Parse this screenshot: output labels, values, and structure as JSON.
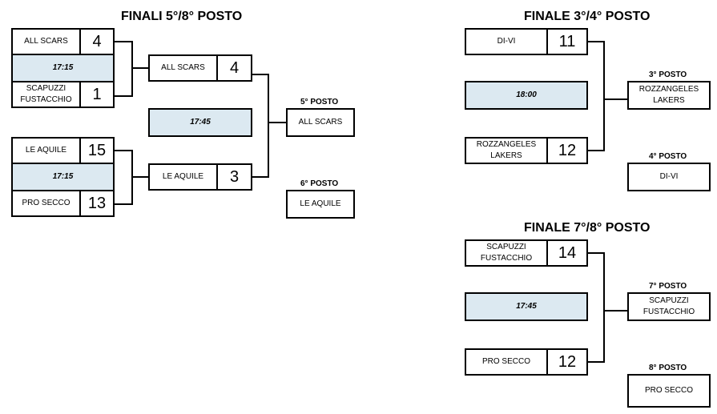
{
  "finali_5_8": {
    "title": "FINALI 5°/8° POSTO",
    "semi1": {
      "team_a": "ALL SCARS",
      "score_a": "4",
      "time": "17:15",
      "team_b": "SCAPUZZI\nFUSTACCHIO",
      "score_b": "1"
    },
    "semi2": {
      "team_a": "LE AQUILE",
      "score_a": "15",
      "time": "17:15",
      "team_b": "PRO SECCO",
      "score_b": "13"
    },
    "final": {
      "team_a": "ALL SCARS",
      "score_a": "4",
      "time": "17:45",
      "team_b": "LE AQUILE",
      "score_b": "3"
    },
    "place5_label": "5° POSTO",
    "place5_team": "ALL SCARS",
    "place6_label": "6° POSTO",
    "place6_team": "LE AQUILE"
  },
  "finale_3_4": {
    "title": "FINALE 3°/4° POSTO",
    "team_a": "DI-VI",
    "score_a": "11",
    "time": "18:00",
    "team_b": "ROZZANGELES\nLAKERS",
    "score_b": "12",
    "place3_label": "3° POSTO",
    "place3_team": "ROZZANGELES\nLAKERS",
    "place4_label": "4° POSTO",
    "place4_team": "DI-VI"
  },
  "finale_7_8": {
    "title": "FINALE 7°/8° POSTO",
    "team_a": "SCAPUZZI\nFUSTACCHIO",
    "score_a": "14",
    "time": "17:45",
    "team_b": "PRO SECCO",
    "score_b": "12",
    "place7_label": "7° POSTO",
    "place7_team": "SCAPUZZI\nFUSTACCHIO",
    "place8_label": "8° POSTO",
    "place8_team": "PRO SECCO"
  }
}
